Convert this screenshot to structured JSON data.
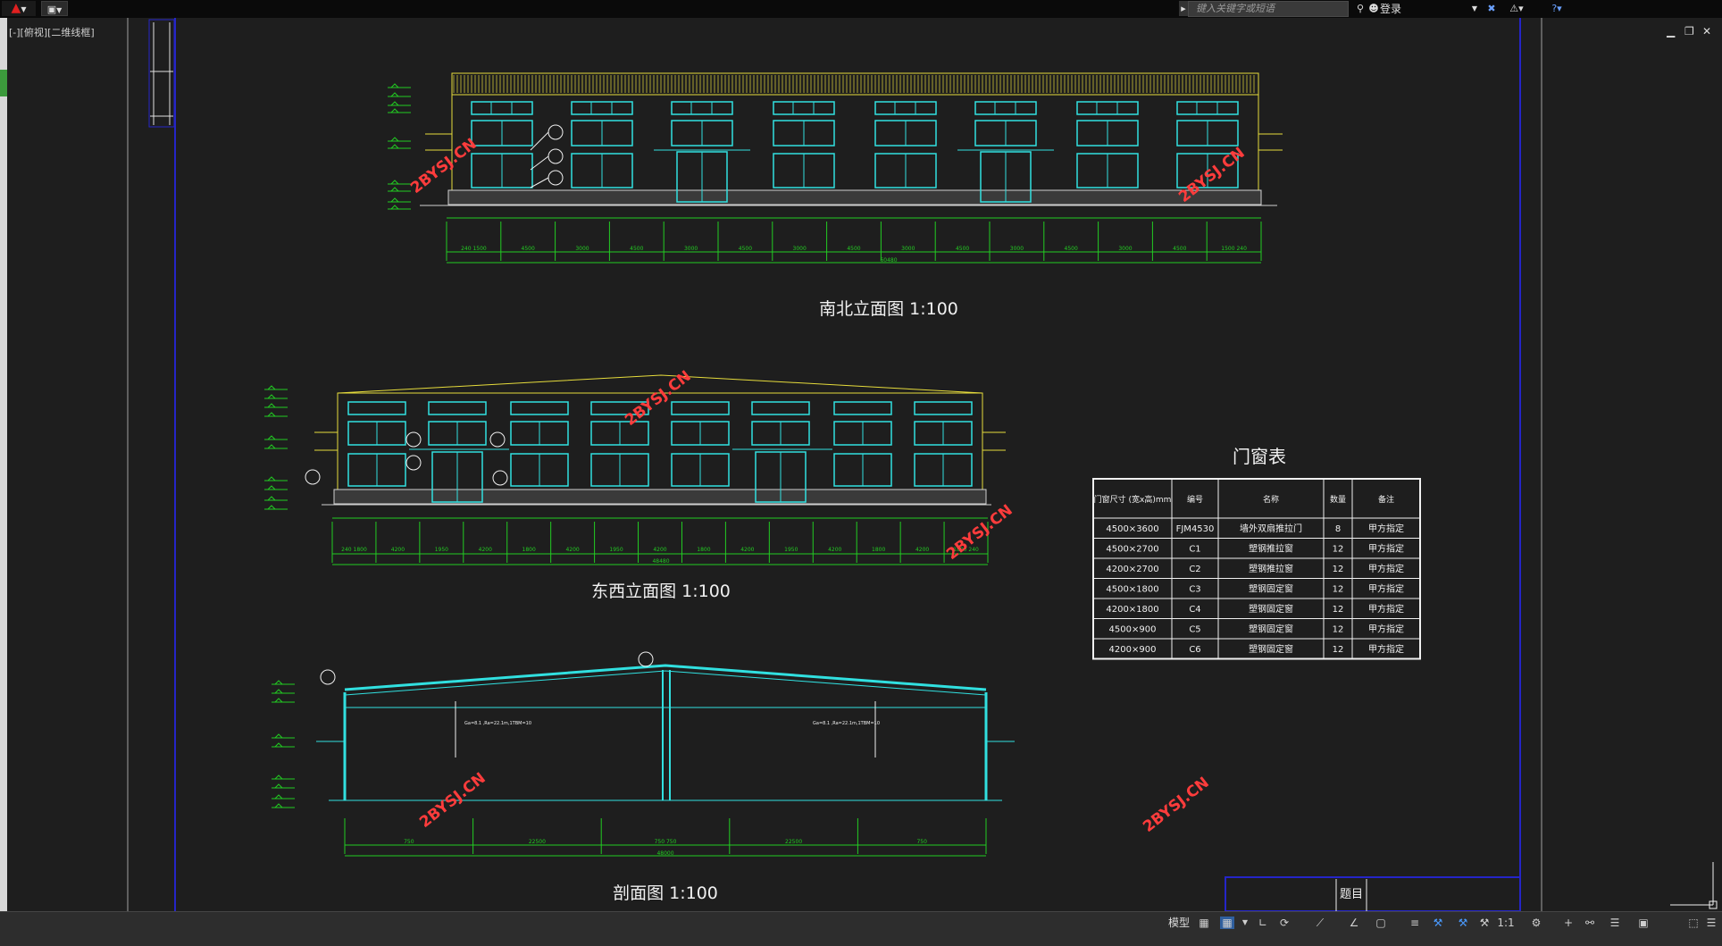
{
  "app": {
    "view_label": "[-][俯视][二维线框]",
    "search_placeholder": "键入关键字或短语",
    "login_label": "登录",
    "model_tab": "模型",
    "scale_label": "1:1"
  },
  "watermark": "2BYSJ.CN",
  "drawings": {
    "south_north_title": "南北立面图 1:100",
    "east_west_title": "东西立面图 1:100",
    "section_title": "剖面图 1:100",
    "window_table_title": "门窗表",
    "titleblock_label": "题目",
    "south_north_total": "60480",
    "south_north_dims": [
      "240 1500",
      "4500",
      "3000",
      "4500",
      "3000",
      "4500",
      "3000",
      "4500",
      "3000",
      "4500",
      "3000",
      "4500",
      "3000",
      "4500",
      "1500 240"
    ],
    "east_west_total": "48480",
    "east_west_dims": [
      "240 1800",
      "4200",
      "1950",
      "4200",
      "1800",
      "4200",
      "1950",
      "4200",
      "1800",
      "4200",
      "1950",
      "4200",
      "1800",
      "4200",
      "1800 240"
    ],
    "section_total": "48000",
    "section_dims": [
      "750",
      "22500",
      "750 750",
      "22500",
      "750"
    ],
    "section_note": "Ga=8.1 ,Ra=22.1m,1TBM=10"
  },
  "window_table": {
    "headers": [
      "门窗尺寸 (宽x高)mm",
      "编号",
      "名称",
      "数量",
      "备注"
    ],
    "rows": [
      [
        "4500×3600",
        "FJM4530",
        "墙外双扇推拉门",
        "8",
        "甲方指定"
      ],
      [
        "4500×2700",
        "C1",
        "塑钢推拉窗",
        "12",
        "甲方指定"
      ],
      [
        "4200×2700",
        "C2",
        "塑钢推拉窗",
        "12",
        "甲方指定"
      ],
      [
        "4500×1800",
        "C3",
        "塑钢固定窗",
        "12",
        "甲方指定"
      ],
      [
        "4200×1800",
        "C4",
        "塑钢固定窗",
        "12",
        "甲方指定"
      ],
      [
        "4500×900",
        "C5",
        "塑钢固定窗",
        "12",
        "甲方指定"
      ],
      [
        "4200×900",
        "C6",
        "塑钢固定窗",
        "12",
        "甲方指定"
      ]
    ]
  },
  "colors": {
    "background": "#1e1e1e",
    "yellow": "#e6dc3c",
    "cyan": "#31e0e0",
    "green": "#22cc22",
    "white": "#f0f0f0",
    "watermark_red": "#ff3c3c",
    "blue_frame": "#2525c8"
  }
}
